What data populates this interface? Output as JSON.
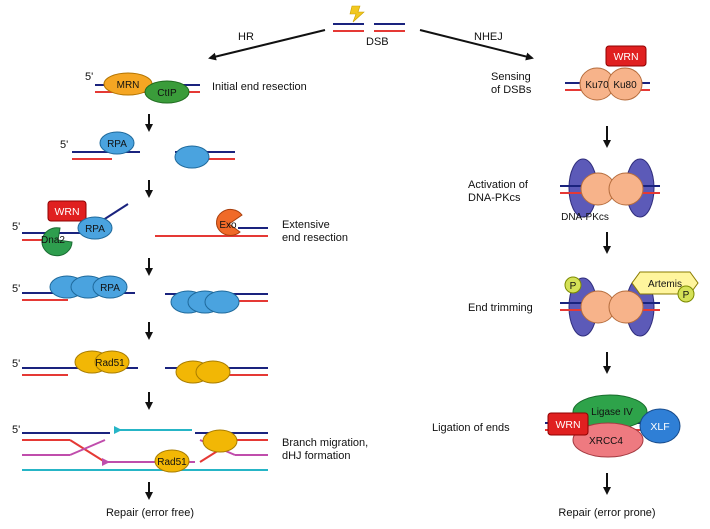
{
  "top": {
    "dsb": "DSB",
    "hr": "HR",
    "nhej": "NHEJ"
  },
  "hr": {
    "five_prime": "5'",
    "mrn": "MRN",
    "ctip": "CtIP",
    "initial_resection": "Initial end resection",
    "rpa": "RPA",
    "wrn": "WRN",
    "dna2": "Dna2",
    "exo": "Exo",
    "extensive_resection": [
      "Extensive",
      "end resection"
    ],
    "rad51": "Rad51",
    "branch_migration": [
      "Branch migration,",
      "dHJ formation"
    ],
    "repair": "Repair (error free)"
  },
  "nhej": {
    "sensing": [
      "Sensing",
      "of DSBs"
    ],
    "wrn": "WRN",
    "ku70": "Ku70",
    "ku80": "Ku80",
    "activation": [
      "Activation of",
      "DNA-PKcs"
    ],
    "dnapkcs": "DNA-PKcs",
    "end_trimming": "End trimming",
    "artemis": "Artemis",
    "p": "P",
    "ligation": "Ligation of ends",
    "ligase4": "Ligase IV",
    "xrcc4": "XRCC4",
    "xlf": "XLF",
    "repair": "Repair (error prone)"
  },
  "colors": {
    "strand_blue": "#1a237e",
    "strand_red": "#e53935",
    "mrn": "#f5a623",
    "ctip": "#3a9c3a",
    "rpa": "#4aa3df",
    "wrn": "#e02020",
    "rad51": "#f2b705",
    "ku": "#f7b38a",
    "dnapkcs": "#5c5ab8",
    "artemis": "#fff59d",
    "p": "#d4e157",
    "ligase": "#2ea34a",
    "xrcc4": "#ee7a80",
    "xlf": "#2f7fd6",
    "migration_teal": "#26b5c6",
    "migration_magenta": "#c04dac"
  }
}
